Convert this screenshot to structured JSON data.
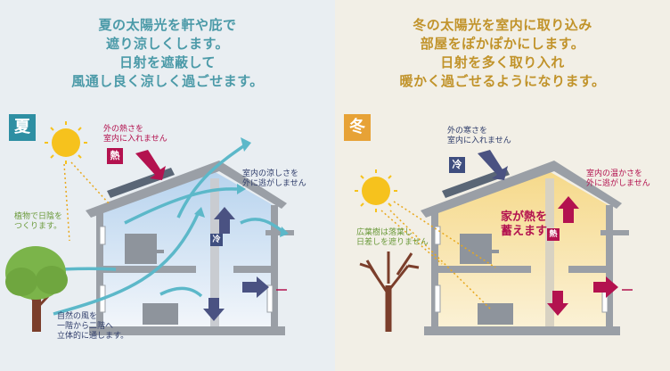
{
  "summer": {
    "badge": "夏",
    "headline": [
      "夏の太陽光を軒や庇で",
      "遮り涼しくします。",
      "日射を遮蔽して",
      "風通し良く涼しく過ごせます。"
    ],
    "outside_heat_label": [
      "外の熱さを",
      "室内に入れません"
    ],
    "heat_chip": "熱",
    "cool_keep_label": [
      "室内の涼しさを",
      "外に逃がしません"
    ],
    "cold_chip": "冷",
    "plant_label": [
      "植物で日陰を",
      "つくります。"
    ],
    "wind_label": [
      "自然の風を",
      "一階から二階へ",
      "立体的に通します。"
    ]
  },
  "winter": {
    "badge": "冬",
    "headline": [
      "冬の太陽光を室内に取り込み",
      "部屋をぽかぽかにします。",
      "日射を多く取り入れ",
      "暖かく過ごせるようになります。"
    ],
    "outside_cold_label": [
      "外の寒さを",
      "室内に入れません"
    ],
    "cold_chip": "冷",
    "warm_keep_label": [
      "室内の温かさを",
      "外に逃がしません"
    ],
    "store_heat_label": [
      "家が熱を",
      "蓄えます"
    ],
    "heat_chip": "熱",
    "tree_label": [
      "広葉樹は落葉し",
      "日差しを遮りません"
    ]
  },
  "colors": {
    "summer_text": "#4b9aa8",
    "winter_text": "#c1932a",
    "heat": "#b3124f",
    "cold": "#3f4e7f",
    "wall": "#9a9fa6"
  }
}
